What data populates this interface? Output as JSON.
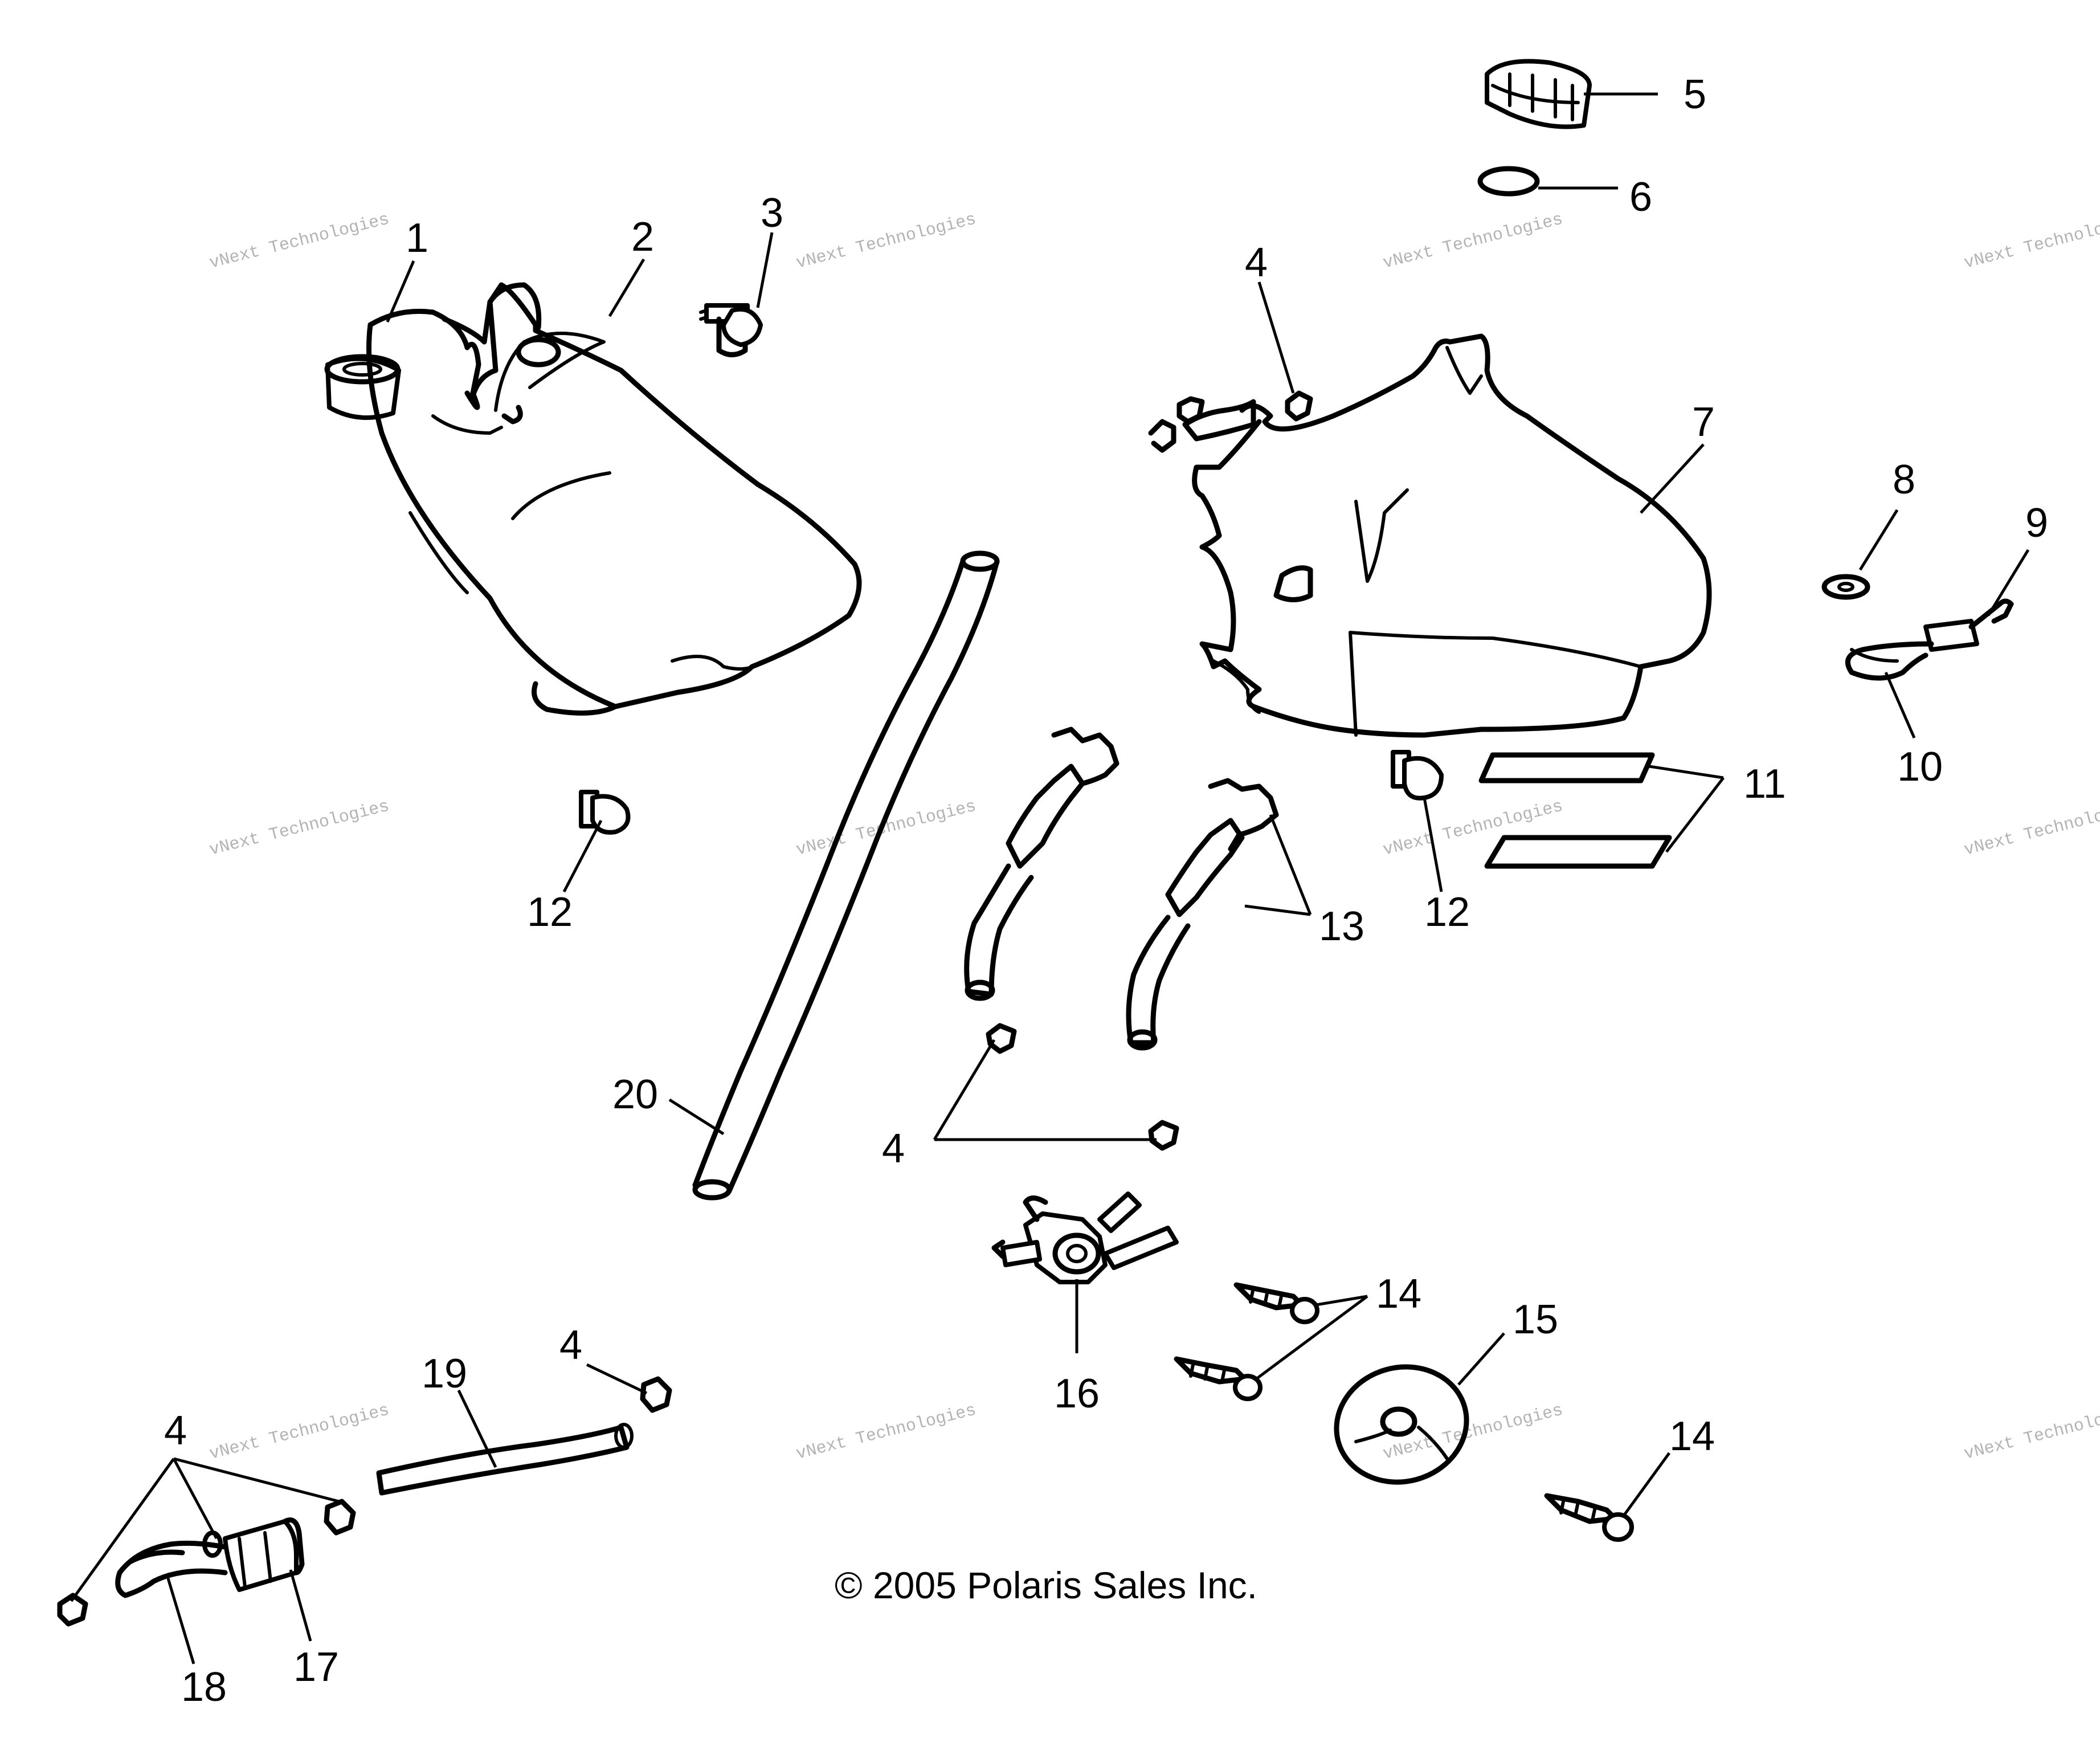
{
  "callouts": {
    "c1": "1",
    "c2": "2",
    "c3": "3",
    "c4a": "4",
    "c4b": "4",
    "c4c": "4",
    "c4d": "4",
    "c5": "5",
    "c6": "6",
    "c7": "7",
    "c8": "8",
    "c9": "9",
    "c10": "10",
    "c11": "11",
    "c12a": "12",
    "c12b": "12",
    "c13": "13",
    "c14a": "14",
    "c14b": "14",
    "c15": "15",
    "c16": "16",
    "c17": "17",
    "c18": "18",
    "c19": "19",
    "c20": "20"
  },
  "watermark": {
    "line1": "vNext Technologies",
    "line2": "vNext",
    "line3": "Technologies"
  },
  "copyright": "© 2005 Polaris Sales Inc."
}
